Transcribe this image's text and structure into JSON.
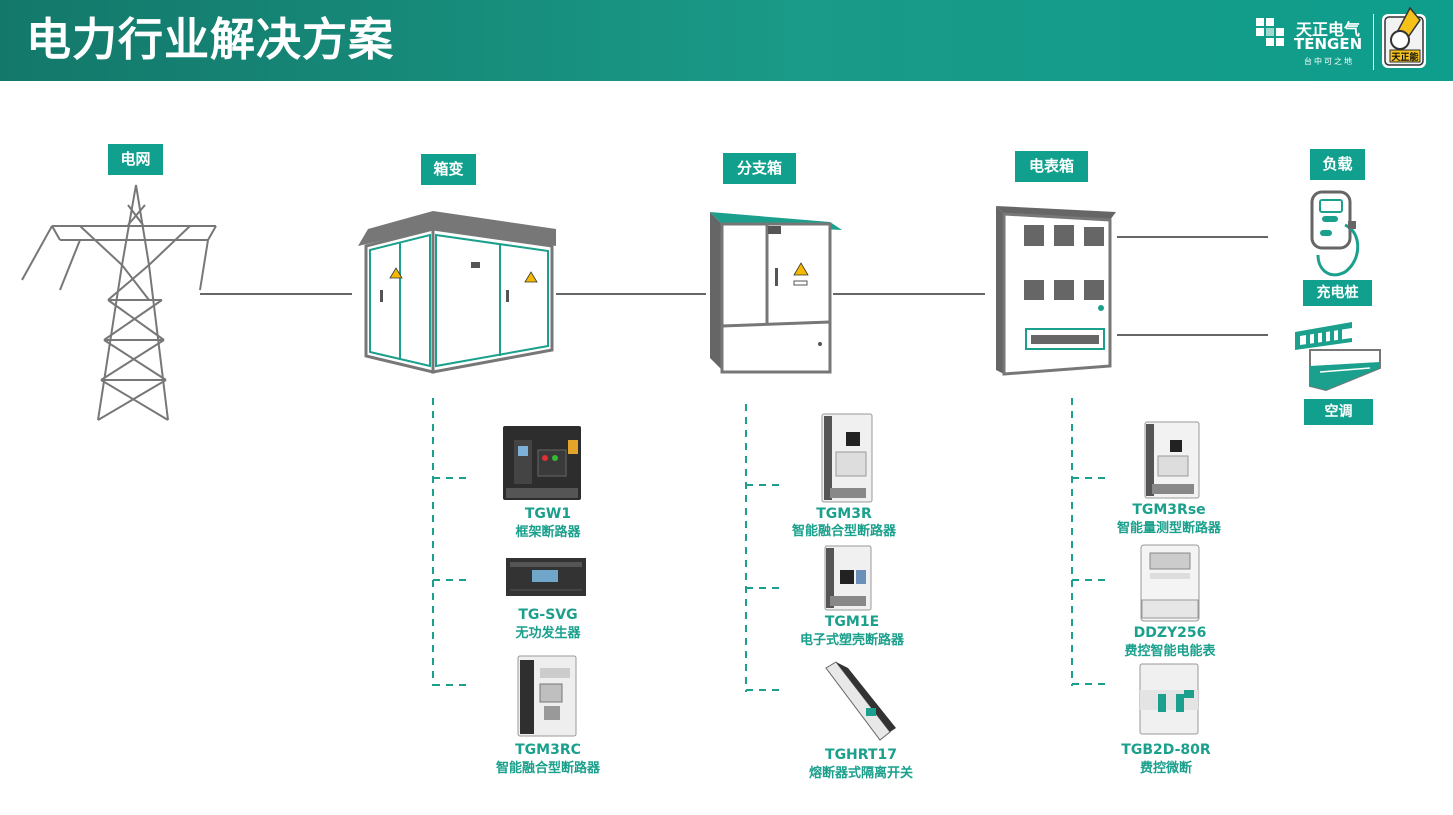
{
  "header": {
    "title": "电力行业解决方案",
    "logo_name": "天正电气",
    "logo_en": "TENGEN",
    "logo_slogan": "台中可之地",
    "badge_text": "天正能"
  },
  "stages": {
    "grid": "电网",
    "box_transformer": "箱变",
    "branch_box": "分支箱",
    "meter_box": "电表箱",
    "load": "负载"
  },
  "loads": {
    "charger": "充电桩",
    "ac": "空调"
  },
  "products": {
    "box_transformer": [
      {
        "model": "TGW1",
        "desc": "框架断路器"
      },
      {
        "model": "TG-SVG",
        "desc": "无功发生器"
      },
      {
        "model": "TGM3RC",
        "desc": "智能融合型断路器"
      }
    ],
    "branch_box": [
      {
        "model": "TGM3R",
        "desc": "智能融合型断路器"
      },
      {
        "model": "TGM1E",
        "desc": "电子式塑壳断路器"
      },
      {
        "model": "TGHRT17",
        "desc": "熔断器式隔离开关"
      }
    ],
    "meter_box": [
      {
        "model": "TGM3Rse",
        "desc": "智能量测型断路器"
      },
      {
        "model": "DDZY256",
        "desc": "费控智能电能表"
      },
      {
        "model": "TGB2D-80R",
        "desc": "费控微断"
      }
    ]
  },
  "colors": {
    "accent": "#11a08e",
    "header": "#13786a",
    "line": "#666666"
  }
}
